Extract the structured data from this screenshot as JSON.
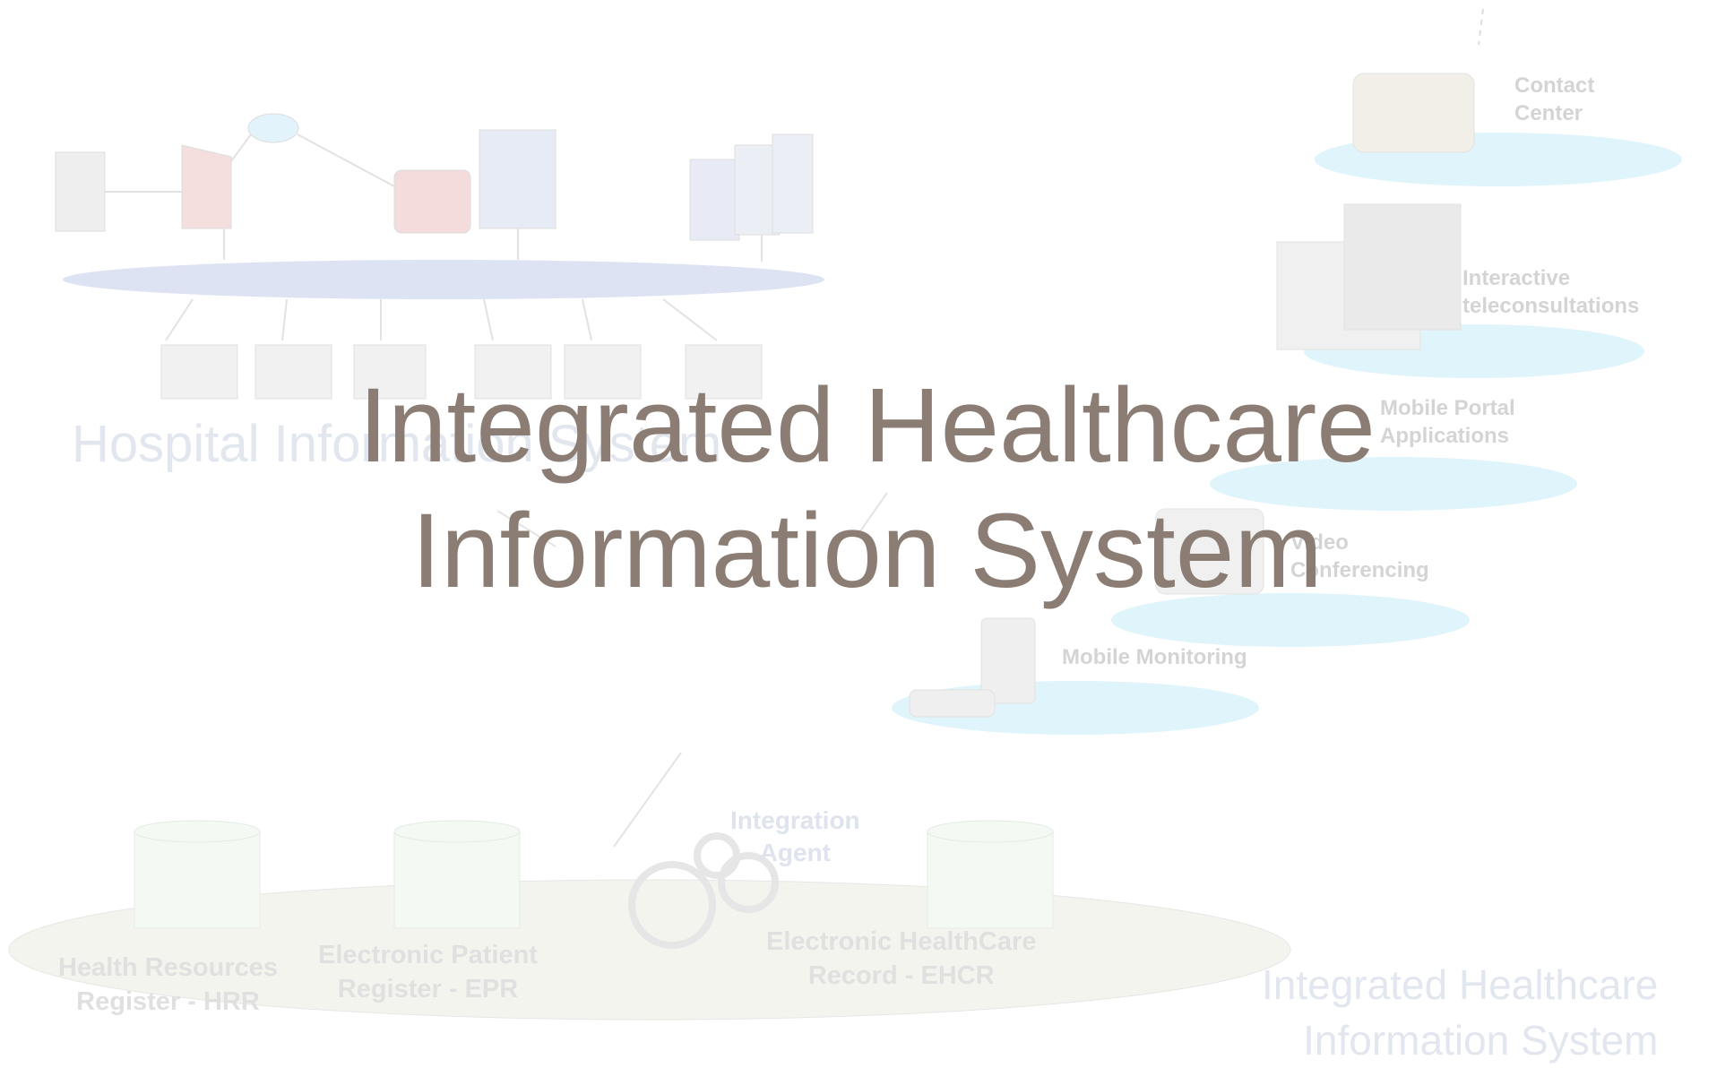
{
  "slide": {
    "title_line1": "Integrated Healthcare",
    "title_line2": "Information System"
  },
  "background": {
    "hospital_label": "Hospital Information System",
    "services": {
      "contact_center": [
        "Contact",
        "Center"
      ],
      "teleconsultations": [
        "Interactive",
        "teleconsultations"
      ],
      "mobile_portal": [
        "Mobile Portal",
        "Applications"
      ],
      "video_conferencing": [
        "Video",
        "Conferencing"
      ],
      "mobile_monitoring": "Mobile Monitoring"
    },
    "integration_agent": [
      "Integration",
      "Agent"
    ],
    "registers": {
      "hrr": [
        "Health Resources",
        "Register - HRR"
      ],
      "epr": [
        "Electronic Patient",
        "Register - EPR"
      ],
      "ehcr": [
        "Electronic HealthCare",
        "Record - EHCR"
      ]
    },
    "corner_label": [
      "Integrated Healthcare",
      "Information System"
    ]
  },
  "colors": {
    "title": "#8b7d73",
    "faint_text": "#d4d4d4",
    "ellipse_blue": "#e0f4fb",
    "ellipse_network": "#dde3f3",
    "ellipse_bottom": "#f4f4ee"
  }
}
